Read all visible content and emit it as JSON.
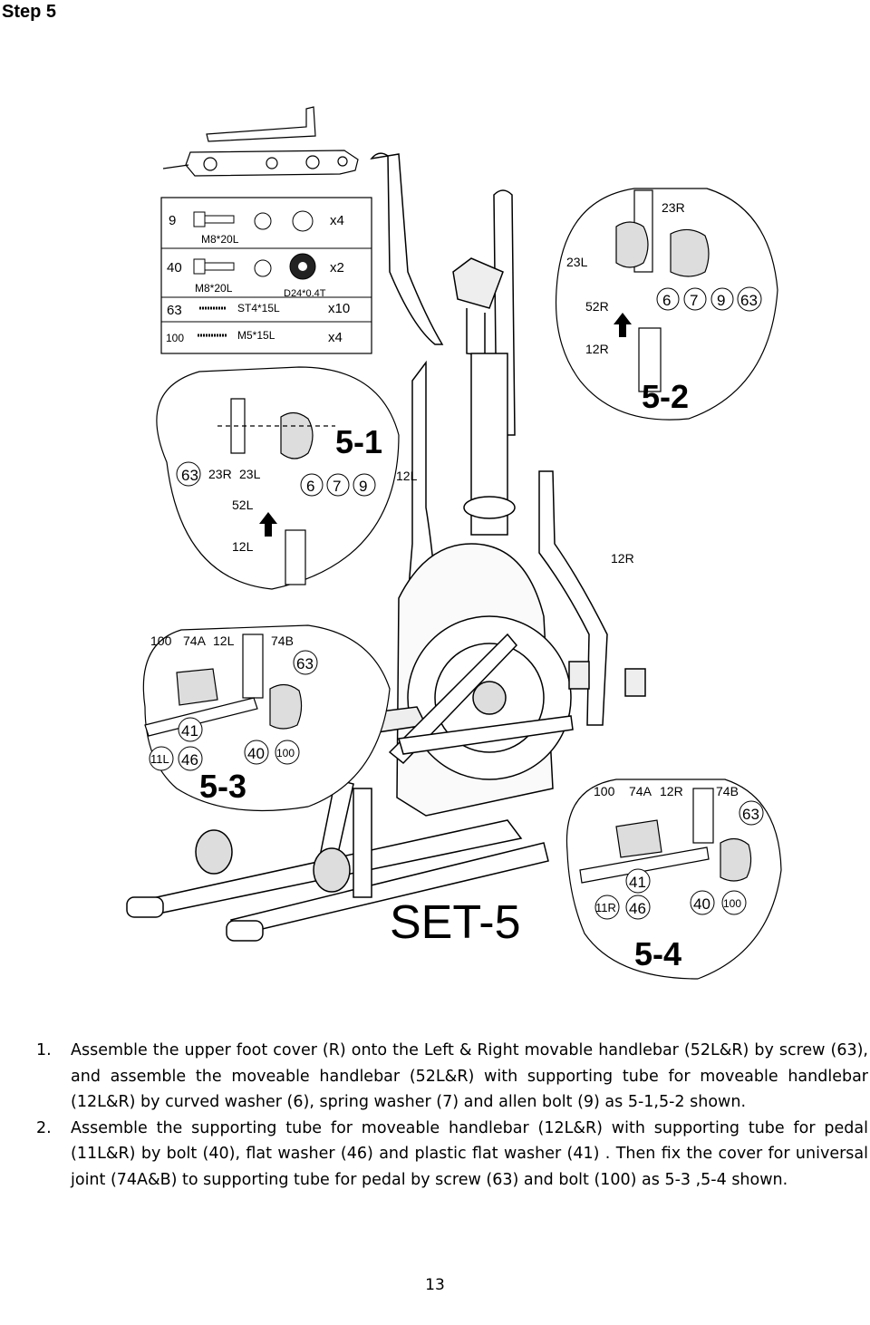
{
  "step_title": "Step 5",
  "parts_box": {
    "rows": [
      {
        "num": "9",
        "spec": "M8*20L",
        "qty": "x4"
      },
      {
        "num": "40",
        "spec": "M8*20L",
        "qty": "x2"
      },
      {
        "num": "63",
        "spec": "ST4*15L",
        "qty": "x10"
      },
      {
        "num": "100",
        "spec": "M5*15L",
        "qty": "x4"
      }
    ],
    "washer_spec": "D24*0.4T"
  },
  "insets": {
    "inset_5_1": {
      "title": "5-1",
      "labels": [
        "63",
        "23R",
        "23L",
        "52L",
        "6",
        "7",
        "9",
        "12L"
      ]
    },
    "inset_5_2": {
      "title": "5-2",
      "labels": [
        "23R",
        "23L",
        "52R",
        "6",
        "7",
        "9",
        "63",
        "12R"
      ]
    },
    "inset_5_3": {
      "title": "5-3",
      "labels": [
        "100",
        "74A",
        "12L",
        "74B",
        "63",
        "41",
        "11L",
        "46",
        "40",
        "100"
      ]
    },
    "inset_5_4": {
      "title": "5-4",
      "labels": [
        "100",
        "74A",
        "12R",
        "74B",
        "63",
        "41",
        "11R",
        "46",
        "40",
        "100"
      ]
    }
  },
  "main_labels": {
    "left_tube": "12L",
    "right_tube": "12R"
  },
  "set_label": "SET-5",
  "instructions": [
    {
      "num": "1.",
      "text": "Assemble the upper foot cover (R) onto the Left & Right movable handlebar (52L&R) by screw (63), and assemble the moveable handlebar (52L&R) with supporting tube for moveable handlebar (12L&R) by curved washer (6), spring washer (7) and allen bolt (9) as 5-1,5-2 shown."
    },
    {
      "num": "2.",
      "text": "Assemble the supporting tube for moveable handlebar (12L&R) with supporting tube for pedal (11L&R) by bolt (40), flat washer (46) and plastic flat washer (41) . Then fix the cover for universal joint (74A&B) to supporting tube for pedal by screw (63) and bolt (100) as 5-3 ,5-4 shown."
    }
  ],
  "page_number": "13"
}
